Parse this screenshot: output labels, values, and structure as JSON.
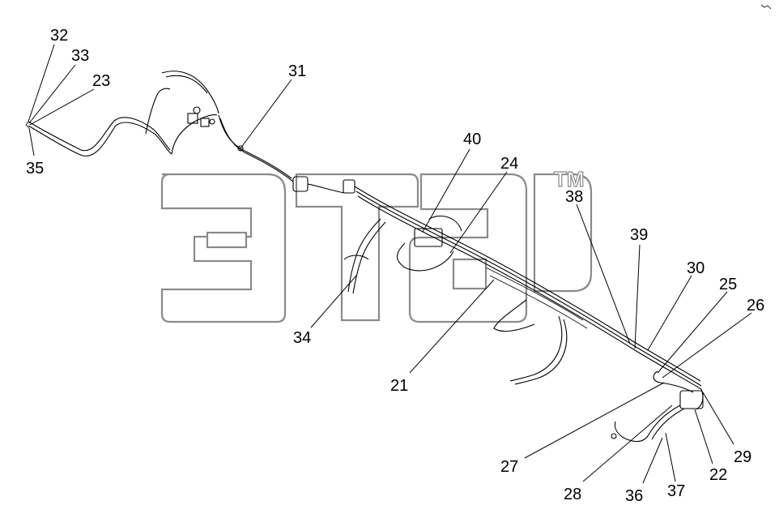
{
  "watermark": {
    "tm": "TM"
  },
  "callouts": {
    "n32": "32",
    "n33": "33",
    "n23": "23",
    "n35": "35",
    "n31": "31",
    "n40": "40",
    "n24": "24",
    "n38": "38",
    "n39": "39",
    "n30": "30",
    "n25": "25",
    "n26": "26",
    "n34": "34",
    "n21": "21",
    "n27": "27",
    "n28": "28",
    "n36": "36",
    "n37": "37",
    "n22": "22",
    "n29": "29"
  }
}
